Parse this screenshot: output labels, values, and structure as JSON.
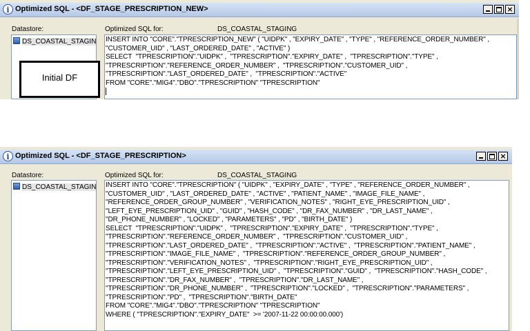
{
  "window1": {
    "title": "Optimized SQL - <DF_STAGE_PRESCRIPTION_NEW>",
    "datastore_label": "Datastore:",
    "datastore_item": "DS_COASTAL_STAGIN",
    "optimized_for_label": "Optimized SQL for:",
    "optimized_for_value": "DS_COASTAL_STAGING",
    "sql_lines": [
      "INSERT INTO \"CORE\".\"TPRESCRIPTION_NEW\" ( \"UIDPK\" , \"EXPIRY_DATE\" , \"TYPE\" , \"REFERENCE_ORDER_NUMBER\" ,",
      "\"CUSTOMER_UID\" , \"LAST_ORDERED_DATE\" , \"ACTIVE\" )",
      "SELECT  \"TPRESCRIPTION\".\"UIDPK\" ,  \"TPRESCRIPTION\".\"EXPIRY_DATE\" ,  \"TPRESCRIPTION\".\"TYPE\" ,",
      "\"TPRESCRIPTION\".\"REFERENCE_ORDER_NUMBER\" ,  \"TPRESCRIPTION\".\"CUSTOMER_UID\" ,",
      "\"TPRESCRIPTION\".\"LAST_ORDERED_DATE\" ,  \"TPRESCRIPTION\".\"ACTIVE\"",
      "FROM \"CORE\".\"MIG4\".\"DBO\".\"TPRESCRIPTION\" \"TPRESCRIPTION\""
    ]
  },
  "overlay_label": "Initial DF",
  "window2": {
    "title": "Optimized SQL - <DF_STAGE_PRESCRIPTION>",
    "datastore_label": "Datastore:",
    "datastore_item": "DS_COASTAL_STAGIN",
    "optimized_for_label": "Optimized SQL for:",
    "optimized_for_value": "DS_COASTAL_STAGING",
    "sql_lines": [
      "INSERT INTO \"CORE\".\"TPRESCRIPTION\" ( \"UIDPK\" , \"EXPIRY_DATE\" , \"TYPE\" , \"REFERENCE_ORDER_NUMBER\" ,",
      "\"CUSTOMER_UID\" , \"LAST_ORDERED_DATE\" , \"ACTIVE\" , \"PATIENT_NAME\" , \"IMAGE_FILE_NAME\" ,",
      "\"REFERENCE_ORDER_GROUP_NUMBER\" , \"VERIFICATION_NOTES\" , \"RIGHT_EYE_PRESCRIPTION_UID\" ,",
      "\"LEFT_EYE_PRESCRIPTION_UID\" , \"GUID\" , \"HASH_CODE\" , \"DR_FAX_NUMBER\" , \"DR_LAST_NAME\" ,",
      "\"DR_PHONE_NUMBER\" , \"LOCKED\" , \"PARAMETERS\" , \"PD\" , \"BIRTH_DATE\" )",
      "SELECT  \"TPRESCRIPTION\".\"UIDPK\" ,  \"TPRESCRIPTION\".\"EXPIRY_DATE\" ,  \"TPRESCRIPTION\".\"TYPE\" ,",
      "\"TPRESCRIPTION\".\"REFERENCE_ORDER_NUMBER\" ,  \"TPRESCRIPTION\".\"CUSTOMER_UID\" ,",
      "\"TPRESCRIPTION\".\"LAST_ORDERED_DATE\" ,  \"TPRESCRIPTION\".\"ACTIVE\" ,  \"TPRESCRIPTION\".\"PATIENT_NAME\" ,",
      "\"TPRESCRIPTION\".\"IMAGE_FILE_NAME\" ,  \"TPRESCRIPTION\".\"REFERENCE_ORDER_GROUP_NUMBER\" ,",
      "\"TPRESCRIPTION\".\"VERIFICATION_NOTES\" ,  \"TPRESCRIPTION\".\"RIGHT_EYE_PRESCRIPTION_UID\" ,",
      "\"TPRESCRIPTION\".\"LEFT_EYE_PRESCRIPTION_UID\" ,  \"TPRESCRIPTION\".\"GUID\" ,  \"TPRESCRIPTION\".\"HASH_CODE\" ,",
      "\"TPRESCRIPTION\".\"DR_FAX_NUMBER\" ,  \"TPRESCRIPTION\".\"DR_LAST_NAME\" ,",
      "\"TPRESCRIPTION\".\"DR_PHONE_NUMBER\" ,  \"TPRESCRIPTION\".\"LOCKED\" ,  \"TPRESCRIPTION\".\"PARAMETERS\" ,",
      "\"TPRESCRIPTION\".\"PD\" ,  \"TPRESCRIPTION\".\"BIRTH_DATE\"",
      "FROM \"CORE\".\"MIG4\".\"DBO\".\"TPRESCRIPTION\" \"TPRESCRIPTION\"",
      "WHERE ( \"TPRESCRIPTION\".\"EXPIRY_DATE\"  >= '2007-11-22 00:00:00.000')"
    ]
  },
  "title_buttons": {
    "close_glyph": "×"
  },
  "icons": {
    "title": "info-icon",
    "datastore": "datastore-icon"
  }
}
